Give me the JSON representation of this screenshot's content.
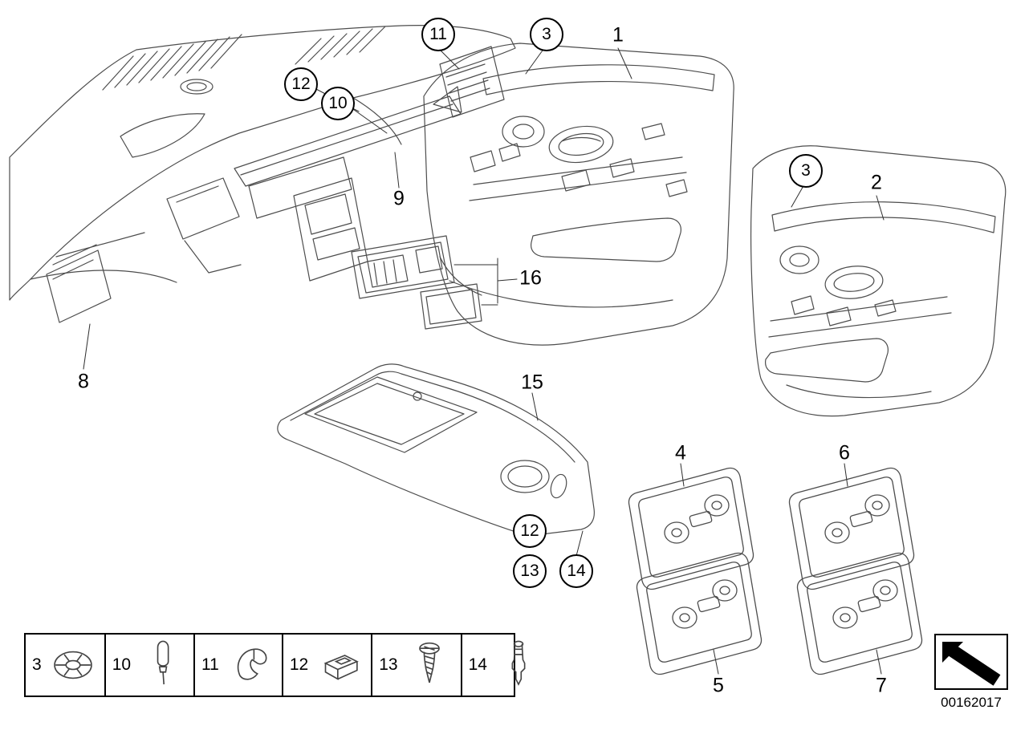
{
  "diagram": {
    "id_label": "00162017",
    "callouts": [
      {
        "label": "11",
        "circled": true
      },
      {
        "label": "3",
        "circled": true
      },
      {
        "label": "1",
        "circled": false
      },
      {
        "label": "12",
        "circled": true
      },
      {
        "label": "10",
        "circled": true
      },
      {
        "label": "3",
        "circled": true
      },
      {
        "label": "2",
        "circled": false
      },
      {
        "label": "9",
        "circled": false
      },
      {
        "label": "16",
        "circled": false
      },
      {
        "label": "8",
        "circled": false
      },
      {
        "label": "15",
        "circled": false
      },
      {
        "label": "4",
        "circled": false
      },
      {
        "label": "6",
        "circled": false
      },
      {
        "label": "12",
        "circled": true
      },
      {
        "label": "13",
        "circled": true
      },
      {
        "label": "14",
        "circled": true
      },
      {
        "label": "5",
        "circled": false
      },
      {
        "label": "7",
        "circled": false
      }
    ],
    "legend": {
      "items": [
        {
          "label": "3",
          "icon": "grommet-icon"
        },
        {
          "label": "10",
          "icon": "bulb-plug-icon"
        },
        {
          "label": "11",
          "icon": "spring-clip-icon"
        },
        {
          "label": "12",
          "icon": "clip-nut-icon"
        },
        {
          "label": "13",
          "icon": "screw-icon"
        },
        {
          "label": "14",
          "icon": "expansion-rivet-icon"
        }
      ]
    },
    "art_stroke_color": "#4d4d4d"
  }
}
